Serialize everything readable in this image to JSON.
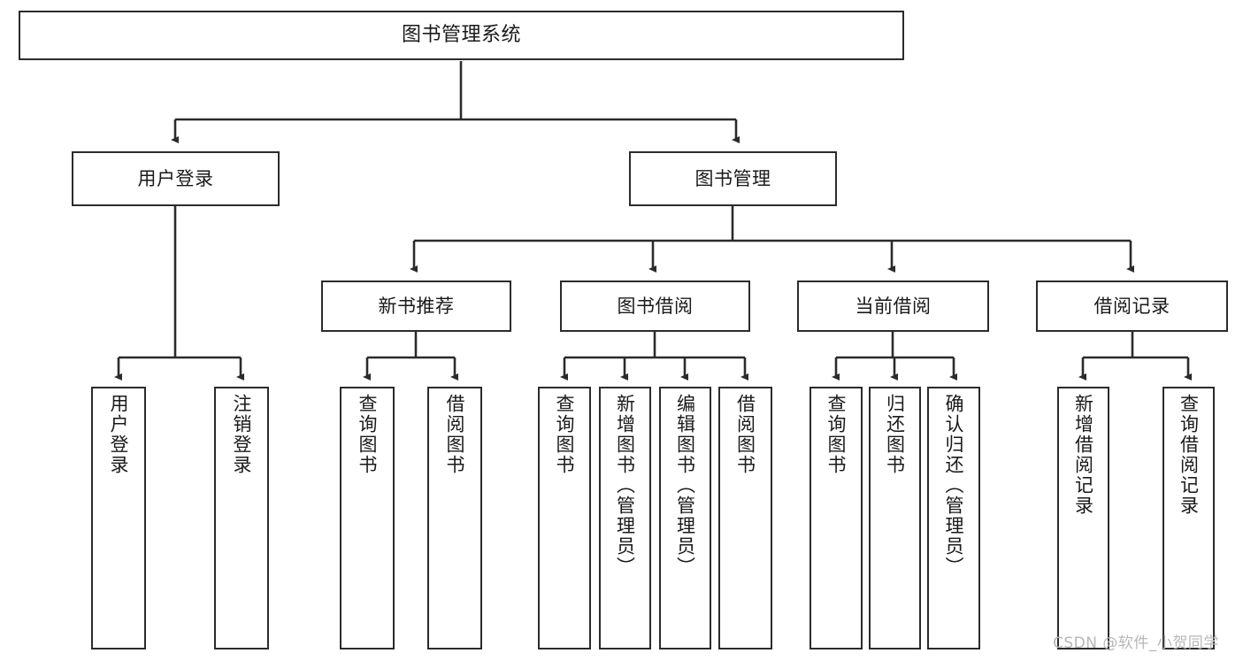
{
  "diagram": {
    "title": "图书管理系统",
    "type": "hierarchy-tree",
    "edge_color": "#2b2b2b",
    "box_border_color": "#2b2b2b",
    "box_fill": "#ffffff",
    "text_color": "#1a1a1a",
    "watermark": "CSDN @软件_小贺同学",
    "nodes": {
      "root": {
        "label": "图书管理系统",
        "level": 1
      },
      "level2": [
        {
          "id": "user-login",
          "label": "用户登录"
        },
        {
          "id": "book-manage",
          "label": "图书管理"
        }
      ],
      "level3": [
        {
          "id": "new-book-recommend",
          "label": "新书推荐",
          "parent": "book-manage"
        },
        {
          "id": "book-borrow",
          "label": "图书借阅",
          "parent": "book-manage"
        },
        {
          "id": "current-borrow",
          "label": "当前借阅",
          "parent": "book-manage"
        },
        {
          "id": "borrow-record",
          "label": "借阅记录",
          "parent": "book-manage"
        }
      ],
      "leaves": {
        "user-login": [
          {
            "id": "leaf-user-login",
            "label": "用户登录"
          },
          {
            "id": "leaf-user-logout",
            "label": "注销登录"
          }
        ],
        "new-book-recommend": [
          {
            "id": "leaf-query-book-1",
            "label": "查询图书"
          },
          {
            "id": "leaf-borrow-book-1",
            "label": "借阅图书"
          }
        ],
        "book-borrow": [
          {
            "id": "leaf-query-book-2",
            "label": "查询图书"
          },
          {
            "id": "leaf-add-book",
            "label": "新增图书（管理员）"
          },
          {
            "id": "leaf-edit-book",
            "label": "编辑图书（管理员）"
          },
          {
            "id": "leaf-borrow-book-2",
            "label": "借阅图书"
          }
        ],
        "current-borrow": [
          {
            "id": "leaf-query-book-3",
            "label": "查询图书"
          },
          {
            "id": "leaf-return-book",
            "label": "归还图书"
          },
          {
            "id": "leaf-confirm-return",
            "label": "确认归还（管理员）"
          }
        ],
        "borrow-record": [
          {
            "id": "leaf-add-record",
            "label": "新增借阅记录"
          },
          {
            "id": "leaf-query-record",
            "label": "查询借阅记录"
          }
        ]
      }
    }
  }
}
